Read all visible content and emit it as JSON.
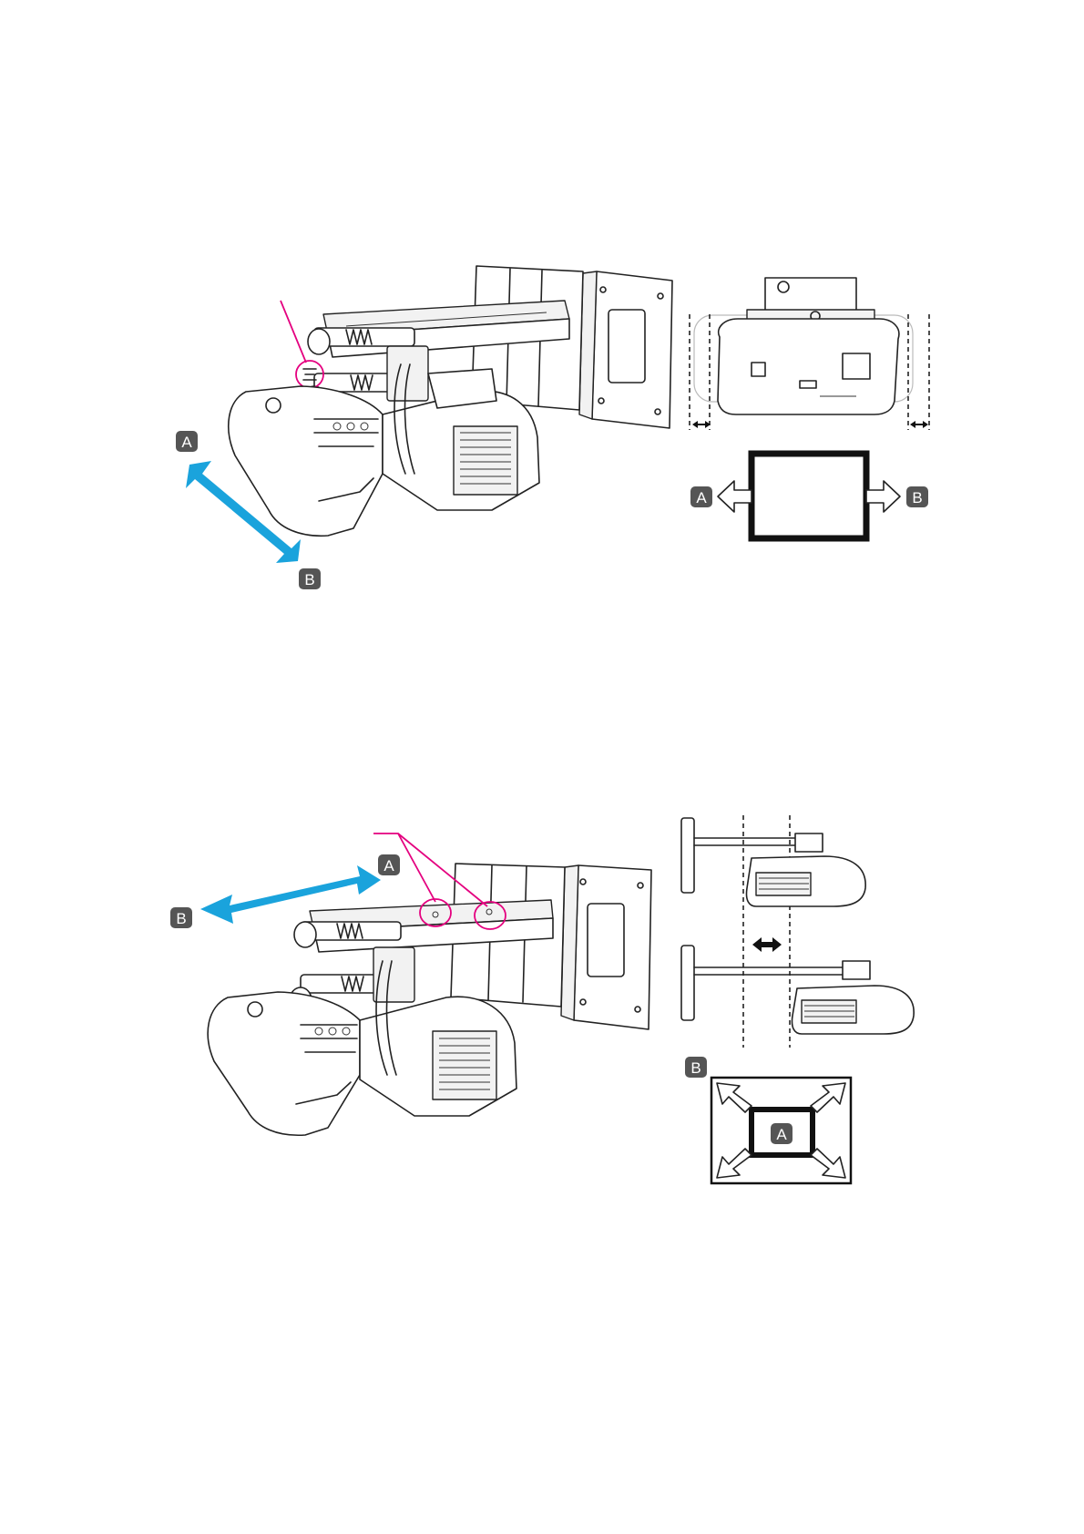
{
  "colors": {
    "highlight": "#e4007f",
    "motion_arrow": "#1aa3dc",
    "badge": "#555555",
    "line_art": "#222222"
  },
  "figure1": {
    "motion_labels": {
      "start": "A",
      "end": "B"
    },
    "screen_labels": {
      "left": "A",
      "right": "B"
    }
  },
  "figure2": {
    "motion_labels": {
      "start": "A",
      "end": "B"
    },
    "screen_labels": {
      "outer": "B",
      "inner": "A"
    }
  },
  "icons": [
    "double-headed-arrow-icon",
    "hollow-arrow-left-icon",
    "hollow-arrow-right-icon",
    "expand-arrows-icon"
  ]
}
